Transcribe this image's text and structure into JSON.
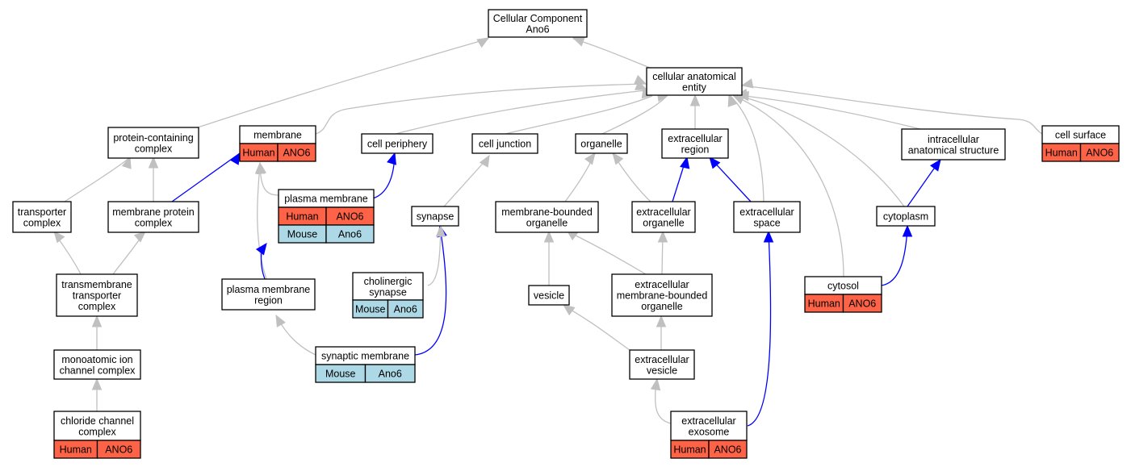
{
  "colors": {
    "human": "#ff6347",
    "mouse": "#add8e6",
    "annotated_edge": "#0000ff",
    "inferred_edge": "#c0c0c0"
  },
  "nodes": {
    "root": [
      "Cellular Component",
      "Ano6"
    ],
    "cae": [
      "cellular anatomical",
      "entity"
    ],
    "pcc": [
      "protein-containing",
      "complex"
    ],
    "membrane": [
      "membrane"
    ],
    "cellperiph": [
      "cell periphery"
    ],
    "celljunction": [
      "cell junction"
    ],
    "organelle": [
      "organelle"
    ],
    "ecregion": [
      "extracellular",
      "region"
    ],
    "intracellular": [
      "intracellular",
      "anatomical structure"
    ],
    "cellsurface": [
      "cell surface"
    ],
    "transporter": [
      "transporter",
      "complex"
    ],
    "mpc": [
      "membrane protein",
      "complex"
    ],
    "pm": [
      "plasma membrane"
    ],
    "synapse": [
      "synapse"
    ],
    "mbo": [
      "membrane-bounded",
      "organelle"
    ],
    "ecorg": [
      "extracellular",
      "organelle"
    ],
    "ecspace": [
      "extracellular",
      "space"
    ],
    "cytoplasm": [
      "cytoplasm"
    ],
    "tmtc": [
      "transmembrane",
      "transporter",
      "complex"
    ],
    "pmr": [
      "plasma membrane",
      "region"
    ],
    "chol": [
      "cholinergic",
      "synapse"
    ],
    "vesicle": [
      "vesicle"
    ],
    "ecmbo": [
      "extracellular",
      "membrane-bounded",
      "organelle"
    ],
    "cytosol": [
      "cytosol"
    ],
    "monoatomic": [
      "monoatomic ion",
      "channel complex"
    ],
    "synmem": [
      "synaptic membrane"
    ],
    "ecves": [
      "extracellular",
      "vesicle"
    ],
    "chloride": [
      "chloride channel",
      "complex"
    ],
    "exosome": [
      "extracellular",
      "exosome"
    ]
  },
  "annotations": {
    "membrane": [
      [
        "Human",
        "ANO6"
      ]
    ],
    "cellsurface": [
      [
        "Human",
        "ANO6"
      ]
    ],
    "pm": [
      [
        "Human",
        "ANO6"
      ],
      [
        "Mouse",
        "Ano6"
      ]
    ],
    "chol": [
      [
        "Mouse",
        "Ano6"
      ]
    ],
    "cytosol": [
      [
        "Human",
        "ANO6"
      ]
    ],
    "synmem": [
      [
        "Mouse",
        "Ano6"
      ]
    ],
    "chloride": [
      [
        "Human",
        "ANO6"
      ]
    ],
    "exosome": [
      [
        "Human",
        "ANO6"
      ]
    ]
  }
}
